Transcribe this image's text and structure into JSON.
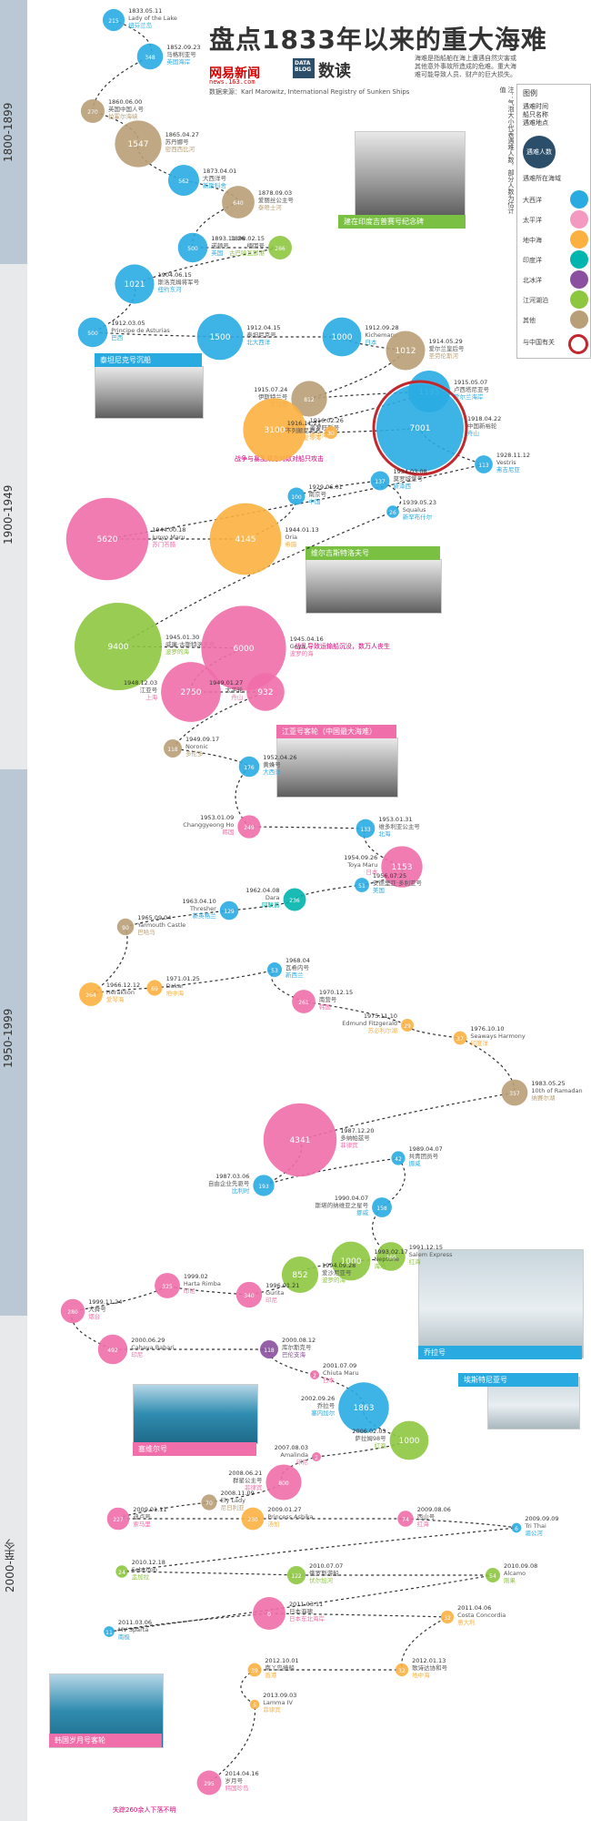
{
  "header": {
    "title": "盘点1833年以来的重大海难",
    "logo_netease": "网易新闻",
    "logo_netease_sub": "news.163.com",
    "logo_databox_box": "DATA BLOG",
    "logo_databox_text": "数读",
    "source": "数据来源：Karl Marowitz, International Registry of Sunken Ships",
    "intro": "海难是指船舶在海上遭遇自然灾害或其他意外事故所造成的危难。重大海难可能导致人员、财产的巨大损失。"
  },
  "eras": [
    {
      "label": "1800-1899",
      "color": "#b9c8d4"
    },
    {
      "label": "1900-1949",
      "color": "#e7e9eb"
    },
    {
      "label": "1950-1999",
      "color": "#b9c8d4"
    },
    {
      "label": "2000-至今",
      "color": "#e7e9eb"
    }
  ],
  "legend": {
    "title": "图例",
    "note": "遇难时间\n船只名称\n遇难地点",
    "deaths_label": "遇难人数",
    "location_label": "遇难所在海域",
    "items": [
      {
        "name": "大西洋",
        "color": "#29abe2"
      },
      {
        "name": "太平洋",
        "color": "#f49ac1"
      },
      {
        "name": "地中海",
        "color": "#fbb040"
      },
      {
        "name": "印度洋",
        "color": "#00b5ad"
      },
      {
        "name": "北冰洋",
        "color": "#8a4f9e"
      },
      {
        "name": "江河湖泊",
        "color": "#8dc63f"
      },
      {
        "name": "其他",
        "color": "#b99f77"
      }
    ],
    "china_label": "与中国有关",
    "side_note": "注：气泡大小代表遇难人数，部分人数为估计值"
  },
  "photos": [
    {
      "id": "p1",
      "caption": "建在印度吉普赛号纪念碑",
      "color": "#7ac143"
    },
    {
      "id": "p2",
      "caption": "泰坦尼克号沉船",
      "color": "#29abe2"
    },
    {
      "id": "p3",
      "caption": "维尔吉斯特洛夫号",
      "color": "#7ac143"
    },
    {
      "id": "p4",
      "caption": "江亚号客轮（中国最大海难）",
      "color": "#f06eaa"
    },
    {
      "id": "p5",
      "caption": "乔拉号",
      "color": "#29abe2"
    },
    {
      "id": "p6",
      "caption": "塞维尔号",
      "color": "#f06eaa"
    },
    {
      "id": "p7",
      "caption": "埃斯特尼亚号",
      "color": "#29abe2"
    },
    {
      "id": "p8",
      "caption": "韩国岁月号客轮",
      "color": "#f06eaa"
    }
  ],
  "notes": {
    "n1": "战争与暴乱双方对敌对船只攻击",
    "n2": "战乱导致运输船沉没，数万人丧生",
    "n3": "失踪260余人下落不明"
  },
  "events": [
    {
      "date": "1833.05.11",
      "name": "Lady of the Lake",
      "place": "纽芬兰岛",
      "deaths": 215,
      "color": "#29abe2"
    },
    {
      "date": "1852.09.23",
      "name": "马格利亚号",
      "place": "英国海岸",
      "deaths": 348,
      "color": "#29abe2"
    },
    {
      "date": "1860.06.00",
      "name": "英国中国人号",
      "place": "拉霍尔海峡",
      "deaths": 270,
      "color": "#b99f77"
    },
    {
      "date": "1865.04.27",
      "name": "苏丹娜号",
      "place": "密西西比河",
      "deaths": 1547,
      "color": "#b99f77"
    },
    {
      "date": "1873.04.01",
      "name": "大西洋号",
      "place": "新斯科舍",
      "deaths": 562,
      "color": "#29abe2"
    },
    {
      "date": "1878.09.03",
      "name": "爱丽丝公主号",
      "place": "泰晤士河",
      "deaths": 640,
      "color": "#b99f77"
    },
    {
      "date": "1893.11.26",
      "name": "诺顿号",
      "place": "英国",
      "deaths": 500,
      "color": "#29abe2"
    },
    {
      "date": "1898.02.15",
      "name": "缅因号",
      "place": "古巴哈瓦那港",
      "deaths": 266,
      "color": "#8dc63f"
    },
    {
      "date": "1904.06.15",
      "name": "斯洛克姆将军号",
      "place": "纽约东河",
      "deaths": 1021,
      "color": "#29abe2"
    },
    {
      "date": "1912.03.05",
      "name": "Principe de Asturias",
      "place": "巴西",
      "deaths": 500,
      "color": "#29abe2"
    },
    {
      "date": "1912.04.15",
      "name": "泰坦尼克号",
      "place": "北大西洋",
      "deaths": 1500,
      "color": "#29abe2"
    },
    {
      "date": "1912.09.28",
      "name": "Kichemaru",
      "place": "日本",
      "deaths": 1000,
      "color": "#29abe2"
    },
    {
      "date": "1914.05.29",
      "name": "爱尔兰皇后号",
      "place": "圣劳伦斯河",
      "deaths": 1012,
      "color": "#b99f77"
    },
    {
      "date": "1915.07.24",
      "name": "伊斯特兰号",
      "place": "芝加哥",
      "deaths": 812,
      "color": "#b99f77"
    },
    {
      "date": "1915.05.07",
      "name": "卢西塔尼亚号",
      "place": "爱尔兰海岸",
      "deaths": 1195,
      "color": "#29abe2"
    },
    {
      "date": "1916.02.26",
      "name": "普罗旺斯号",
      "place": "地中海",
      "deaths": 3100,
      "color": "#fbb040"
    },
    {
      "date": "1916.11.21",
      "name": "不列颠尼克号",
      "place": "爱琴海",
      "deaths": 30,
      "color": "#fbb040"
    },
    {
      "date": "1918.04.22",
      "name": "中国新裕轮",
      "place": "舟山",
      "deaths": 7001,
      "color": "#29abe2"
    },
    {
      "date": "1928.11.12",
      "name": "Vestris",
      "place": "弗吉尼亚",
      "deaths": 113,
      "color": "#29abe2"
    },
    {
      "date": "1944.00.18",
      "name": "Junyo Maru",
      "place": "苏门答腊",
      "deaths": 5620,
      "color": "#f06eaa"
    },
    {
      "date": "1944.01.13",
      "name": "Oria",
      "place": "希腊",
      "deaths": 4145,
      "color": "#fbb040"
    },
    {
      "date": "1929.06.01",
      "name": "南京号",
      "place": "中国",
      "deaths": 100,
      "color": "#29abe2"
    },
    {
      "date": "1934.03.08",
      "name": "莫罗城堡号",
      "place": "新泽西",
      "deaths": 137,
      "color": "#29abe2"
    },
    {
      "date": "1939.05.23",
      "name": "Squalus",
      "place": "新罕布什尔",
      "deaths": 26,
      "color": "#29abe2"
    },
    {
      "date": "1945.01.30",
      "name": "威廉·古斯特洛夫号",
      "place": "波罗的海",
      "deaths": 9400,
      "color": "#8dc63f"
    },
    {
      "date": "1945.04.16",
      "name": "Goya",
      "place": "波罗的海",
      "deaths": 6000,
      "color": "#f06eaa"
    },
    {
      "date": "1948.12.03",
      "name": "江亚号",
      "place": "上海",
      "deaths": 2750,
      "color": "#f06eaa"
    },
    {
      "date": "1949.01.27",
      "name": "太平轮",
      "place": "舟山",
      "deaths": 932,
      "color": "#f06eaa"
    },
    {
      "date": "1949.09.17",
      "name": "Noronic",
      "place": "多伦多",
      "deaths": 118,
      "color": "#b99f77"
    },
    {
      "date": "1952.04.26",
      "name": "黄蜂号",
      "place": "大西洋",
      "deaths": 176,
      "color": "#29abe2"
    },
    {
      "date": "1953.01.09",
      "name": "Changgyeong Ho",
      "place": "韩国",
      "deaths": 249,
      "color": "#f06eaa"
    },
    {
      "date": "1953.01.31",
      "name": "维多利亚公主号",
      "place": "北海",
      "deaths": 133,
      "color": "#29abe2"
    },
    {
      "date": "1954.09.26",
      "name": "Toya Maru",
      "place": "日本",
      "deaths": 1153,
      "color": "#f06eaa"
    },
    {
      "date": "1956.07.25",
      "name": "安德里亚·多利亚号",
      "place": "美国",
      "deaths": 51,
      "color": "#29abe2"
    },
    {
      "date": "1962.04.08",
      "name": "Dara",
      "place": "阿联酋",
      "deaths": 236,
      "color": "#00b5ad"
    },
    {
      "date": "1963.04.10",
      "name": "Thresher",
      "place": "新英格兰",
      "deaths": 129,
      "color": "#29abe2"
    },
    {
      "date": "1965.09.04",
      "name": "Yarmouth Castle",
      "place": "巴哈马",
      "deaths": 90,
      "color": "#b99f77"
    },
    {
      "date": "1966.12.12",
      "name": "Heraklion",
      "place": "爱琴海",
      "deaths": 264,
      "color": "#fbb040"
    },
    {
      "date": "1971.01.25",
      "name": "Dakar",
      "place": "地中海",
      "deaths": 69,
      "color": "#fbb040"
    },
    {
      "date": "1968.04",
      "name": "瓦希内号",
      "place": "新西兰",
      "deaths": 53,
      "color": "#29abe2"
    },
    {
      "date": "1970.12.15",
      "name": "南营号",
      "place": "韩国",
      "deaths": 261,
      "color": "#f06eaa"
    },
    {
      "date": "1975.11.10",
      "name": "Edmund Fitzgerald",
      "place": "苏必利尔湖",
      "deaths": 29,
      "color": "#fbb040"
    },
    {
      "date": "1976.10.10",
      "name": "Seaways Harmony",
      "place": "印度洋",
      "deaths": 37,
      "color": "#fbb040"
    },
    {
      "date": "1983.05.25",
      "name": "10th of Ramadan",
      "place": "纳赛尔湖",
      "deaths": 357,
      "color": "#b99f77"
    },
    {
      "date": "1987.12.20",
      "name": "多纳帕兹号",
      "place": "菲律宾",
      "deaths": 4341,
      "color": "#f06eaa"
    },
    {
      "date": "1987.03.06",
      "name": "自由企业先驱号",
      "place": "比利时",
      "deaths": 193,
      "color": "#29abe2"
    },
    {
      "date": "1989.04.07",
      "name": "共青团员号",
      "place": "挪威",
      "deaths": 42,
      "color": "#29abe2"
    },
    {
      "date": "1990.04.07",
      "name": "斯堪的纳维亚之星号",
      "place": "挪威",
      "deaths": 158,
      "color": "#29abe2"
    },
    {
      "date": "1991.12.15",
      "name": "Salem Express",
      "place": "红海",
      "deaths": 460,
      "color": "#8dc63f"
    },
    {
      "date": "1993.02.17",
      "name": "Neptune",
      "place": "海地",
      "deaths": 1000,
      "color": "#8dc63f"
    },
    {
      "date": "1994.09.28",
      "name": "爱沙尼亚号",
      "place": "波罗的海",
      "deaths": 852,
      "color": "#8dc63f"
    },
    {
      "date": "1996.01.21",
      "name": "Gurita",
      "place": "印尼",
      "deaths": 340,
      "color": "#f06eaa"
    },
    {
      "date": "1999.02",
      "name": "Harta Rimba",
      "place": "印尼",
      "deaths": 325,
      "color": "#f06eaa"
    },
    {
      "date": "1999.11.24",
      "name": "大舜号",
      "place": "烟台",
      "deaths": 280,
      "color": "#f06eaa"
    },
    {
      "date": "2000.06.29",
      "name": "Cahaya Bahari",
      "place": "印尼",
      "deaths": 492,
      "color": "#f06eaa"
    },
    {
      "date": "2000.08.12",
      "name": "库尔斯克号",
      "place": "巴伦支海",
      "deaths": 118,
      "color": "#8a4f9e"
    },
    {
      "date": "2001.07.09",
      "name": "Chiuta Maru",
      "place": "日本",
      "deaths": 2,
      "color": "#f06eaa"
    },
    {
      "date": "2002.09.26",
      "name": "乔拉号",
      "place": "塞内加尔",
      "deaths": 1863,
      "color": "#29abe2"
    },
    {
      "date": "2006.02.03",
      "name": "萨拉姆98号",
      "place": "红海",
      "deaths": 1000,
      "color": "#8dc63f"
    },
    {
      "date": "2007.08.03",
      "name": "Amalinda",
      "place": "印尼",
      "deaths": 2,
      "color": "#f06eaa"
    },
    {
      "date": "2008.06.21",
      "name": "群星公主号",
      "place": "菲律宾",
      "deaths": 800,
      "color": "#f06eaa"
    },
    {
      "date": "2008.11.09",
      "name": "Ely Lady",
      "place": "尼日利亚",
      "deaths": 70,
      "color": "#b99f77"
    },
    {
      "date": "2009.01.11",
      "name": "迪卢号",
      "place": "索马里",
      "deaths": 227,
      "color": "#f06eaa"
    },
    {
      "date": "2009.01.27",
      "name": "Princess Ashika",
      "place": "汤加",
      "deaths": 230,
      "color": "#fbb040"
    },
    {
      "date": "2009.08.06",
      "name": "西山号",
      "place": "红海",
      "deaths": 74,
      "color": "#f06eaa"
    },
    {
      "date": "2009.09.09",
      "name": "Tri Thai",
      "place": "湄公河",
      "deaths": 6,
      "color": "#29abe2"
    },
    {
      "date": "2010.12.18",
      "name": "Sobkhob",
      "place": "孟加拉",
      "deaths": 24,
      "color": "#8dc63f"
    },
    {
      "date": "2010.07.07",
      "name": "俄罗斯游船",
      "place": "伏尔加河",
      "deaths": 122,
      "color": "#8dc63f"
    },
    {
      "date": "2010.09.08",
      "name": "Alcamo",
      "place": "刚果",
      "deaths": 54,
      "color": "#8dc63f"
    },
    {
      "date": "2011.03.06",
      "name": "MV Sparta",
      "place": "南极",
      "deaths": 11,
      "color": "#29abe2"
    },
    {
      "date": "2011.03.11",
      "name": "日本海啸",
      "place": "日本东北海岸",
      "deaths": 0,
      "color": "#f06eaa"
    },
    {
      "date": "2011.04.06",
      "name": "Costa Concordia",
      "place": "意大利",
      "deaths": 32,
      "color": "#fbb040"
    },
    {
      "date": "2012.01.13",
      "name": "歌诗达协和号",
      "place": "地中海",
      "deaths": 32,
      "color": "#fbb040"
    },
    {
      "date": "2012.10.01",
      "name": "南丫岛撞船",
      "place": "香港",
      "deaths": 39,
      "color": "#fbb040"
    },
    {
      "date": "2013.09.03",
      "name": "Lamma IV",
      "place": "菲律宾",
      "deaths": 5,
      "color": "#fbb040"
    },
    {
      "date": "2014.04.16",
      "name": "岁月号",
      "place": "韩国珍岛",
      "deaths": 295,
      "color": "#f06eaa"
    }
  ]
}
